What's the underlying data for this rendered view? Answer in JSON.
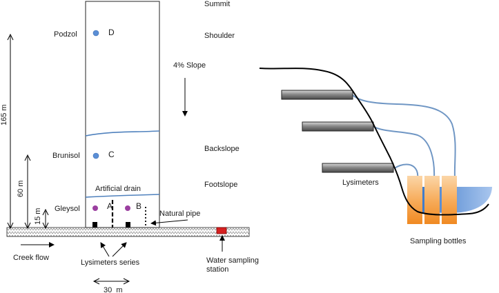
{
  "left_panel": {
    "positions": {
      "summit": "Summit",
      "shoulder": "Shoulder",
      "slope": "4% Slope",
      "backslope": "Backslope",
      "footslope": "Footslope"
    },
    "soils": {
      "podzol": "Podzol",
      "brunisol": "Brunisol",
      "gleysol": "Gleysol"
    },
    "sites": {
      "d": "D",
      "c": "C",
      "a": "A",
      "b": "B"
    },
    "dimensions": {
      "height_total": "165 m",
      "height_mid": "60 m",
      "height_low": "15 m",
      "width": "30  m"
    },
    "features": {
      "artificial_drain": "Artificial drain",
      "natural_pipe": "Natural pipe",
      "creek_flow": "Creek flow",
      "lysimeters_series": "Lysimeters series",
      "water_sampling_line1": "Water sampling",
      "water_sampling_line2": "station"
    }
  },
  "right_panel": {
    "lysimeters": "Lysimeters",
    "sampling_bottles": "Sampling bottles"
  },
  "colors": {
    "soil_boundary": "#4f81bd",
    "site_blue": "#5b8fd6",
    "site_purple": "#9b3fa0",
    "station_red": "#d62020",
    "bottle_orange": "#f59a3c",
    "pool_blue": "#4a86d0"
  }
}
